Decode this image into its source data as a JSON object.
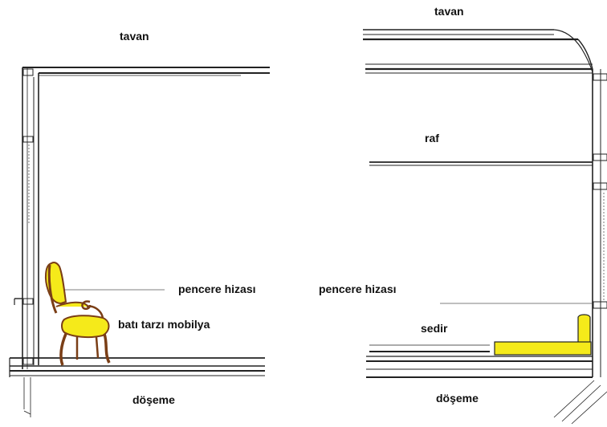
{
  "left_panel": {
    "ceiling_label": "tavan",
    "window_level_label": "pencere hizası",
    "furniture_label": "batı tarzı mobilya",
    "floor_label": "döşeme"
  },
  "right_panel": {
    "ceiling_label": "tavan",
    "shelf_label": "raf",
    "window_level_label": "pencere hizası",
    "sofa_label": "sedir",
    "floor_label": "döşeme"
  },
  "colors": {
    "line": "#222222",
    "furniture_fill": "#f5ea1a",
    "chair_wood": "#7a3e16",
    "leader_line": "#555555"
  }
}
